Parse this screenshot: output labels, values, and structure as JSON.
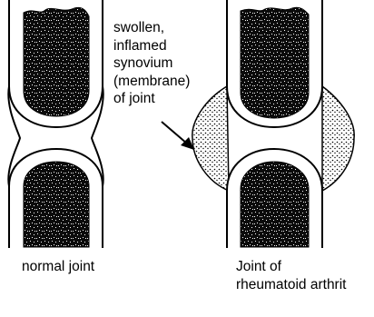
{
  "annotation": {
    "lines": [
      "swollen,",
      "inflamed",
      "synovium",
      "(membrane)",
      "of joint"
    ]
  },
  "captions": {
    "normal": "normal joint",
    "rheumatoid_line1": "Joint of",
    "rheumatoid_line2": "rheumatoid arthrit"
  },
  "colors": {
    "ink": "#000000",
    "paper": "#ffffff"
  },
  "icons": {
    "pointer": "arrow-right-icon"
  }
}
